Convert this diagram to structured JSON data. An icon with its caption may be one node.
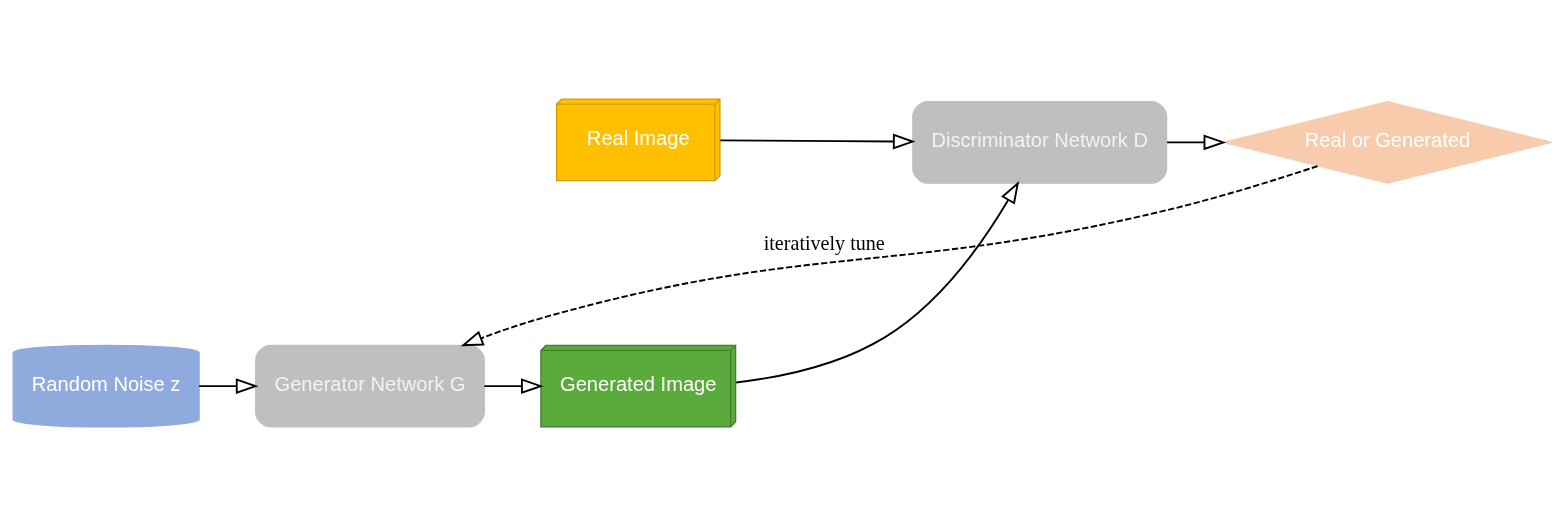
{
  "diagram": {
    "nodes": [
      {
        "text": [
          "Real Image"
        ]
      },
      {
        "text": [
          "Discriminator Network D"
        ]
      },
      {
        "text": [
          "Real or Generated"
        ]
      },
      {
        "text": [
          "Random Noise z"
        ]
      },
      {
        "text": [
          "Generator Network G"
        ]
      },
      {
        "text": [
          "Generated Image"
        ]
      }
    ],
    "edges": [
      {
        "from": 0,
        "to": 1,
        "arrow": "to"
      },
      {
        "from": 1,
        "to": 2,
        "arrow": "to"
      },
      {
        "from": 3,
        "to": 4,
        "arrow": "to"
      },
      {
        "from": 4,
        "to": 5,
        "arrow": "to"
      },
      {
        "from": 5,
        "to": 1,
        "arrow": "to"
      },
      {
        "from": 2,
        "to": 4,
        "arrow": "to",
        "label": "iteratively tune",
        "style": "dashed"
      }
    ]
  }
}
